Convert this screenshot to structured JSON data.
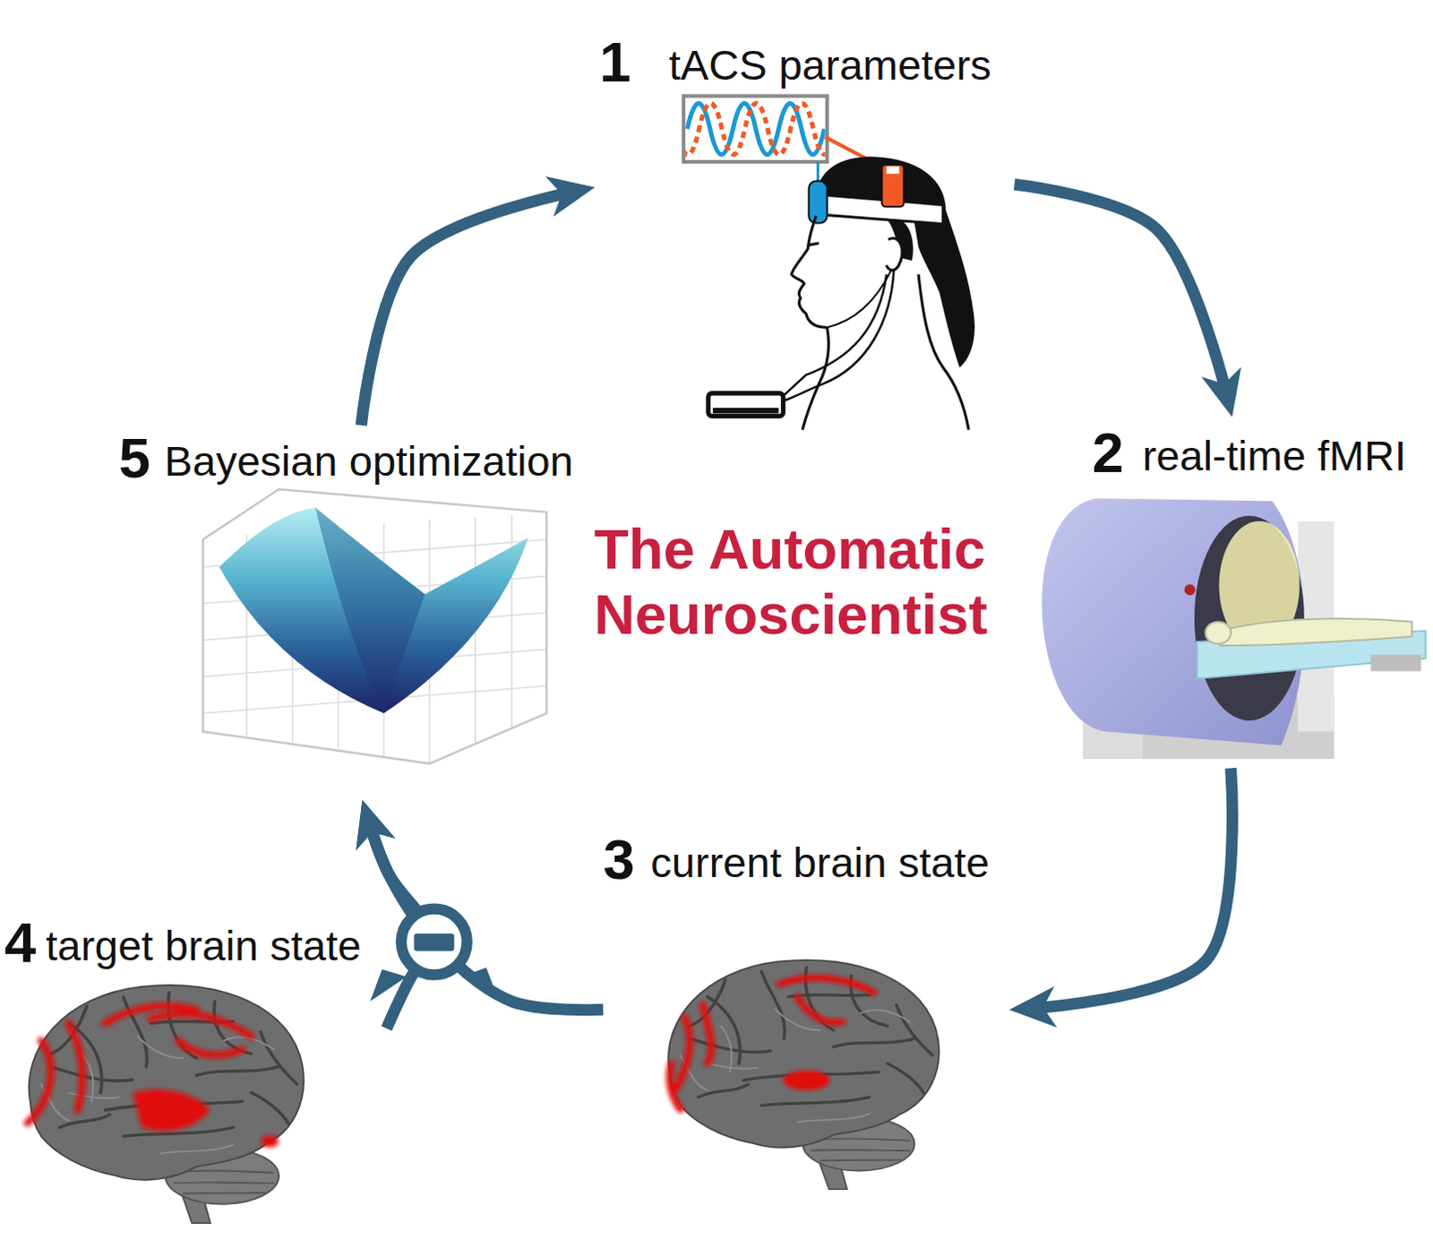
{
  "diagram": {
    "title": "The Automatic Neuroscientist",
    "nodes": [
      {
        "text": [
          "1",
          "tACS parameters"
        ]
      },
      {
        "text": [
          "2",
          "real-time fMRI"
        ]
      },
      {
        "text": [
          "3",
          "current brain state"
        ]
      },
      {
        "text": [
          "4",
          "target brain state"
        ]
      },
      {
        "text": [
          "5",
          "Bayesian optimization"
        ]
      }
    ],
    "edges": [
      {
        "from": 0,
        "to": 1,
        "arrow": "to"
      },
      {
        "from": 1,
        "to": 2,
        "arrow": "to"
      },
      {
        "from": 2,
        "to": 4,
        "arrow": "to"
      },
      {
        "from": 3,
        "to": 4,
        "arrow": "to"
      },
      {
        "from": 4,
        "to": 0,
        "arrow": "to"
      }
    ]
  }
}
